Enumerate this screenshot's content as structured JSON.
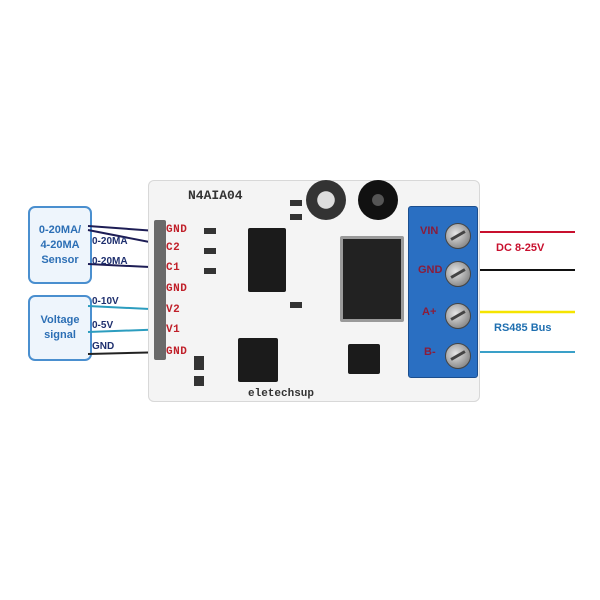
{
  "board": {
    "model": "N4AIA04",
    "brand": "eletechsup"
  },
  "left_labels": {
    "current_sensor": [
      "0-20MA/",
      "4-20MA",
      "Sensor"
    ],
    "voltage_signal": [
      "Voltage",
      "signal"
    ]
  },
  "wire_labels": {
    "c2": "0-20MA",
    "c1": "0-20MA",
    "v2": "0-10V",
    "v1": "0-5V",
    "gnd": "GND"
  },
  "pins": [
    "GND",
    "C2",
    "C1",
    "GND",
    "V2",
    "V1",
    "GND"
  ],
  "terminals": [
    "VIN",
    "GND",
    "A+",
    "B-"
  ],
  "right_labels": {
    "power": "DC 8-25V",
    "bus": "RS485 Bus"
  },
  "colors": {
    "power_wire": "#c8102e",
    "gnd_wire": "#111111",
    "a_wire": "#f5e400",
    "b_wire": "#3aa0c8",
    "terminal_block": "#2a6fc2"
  }
}
